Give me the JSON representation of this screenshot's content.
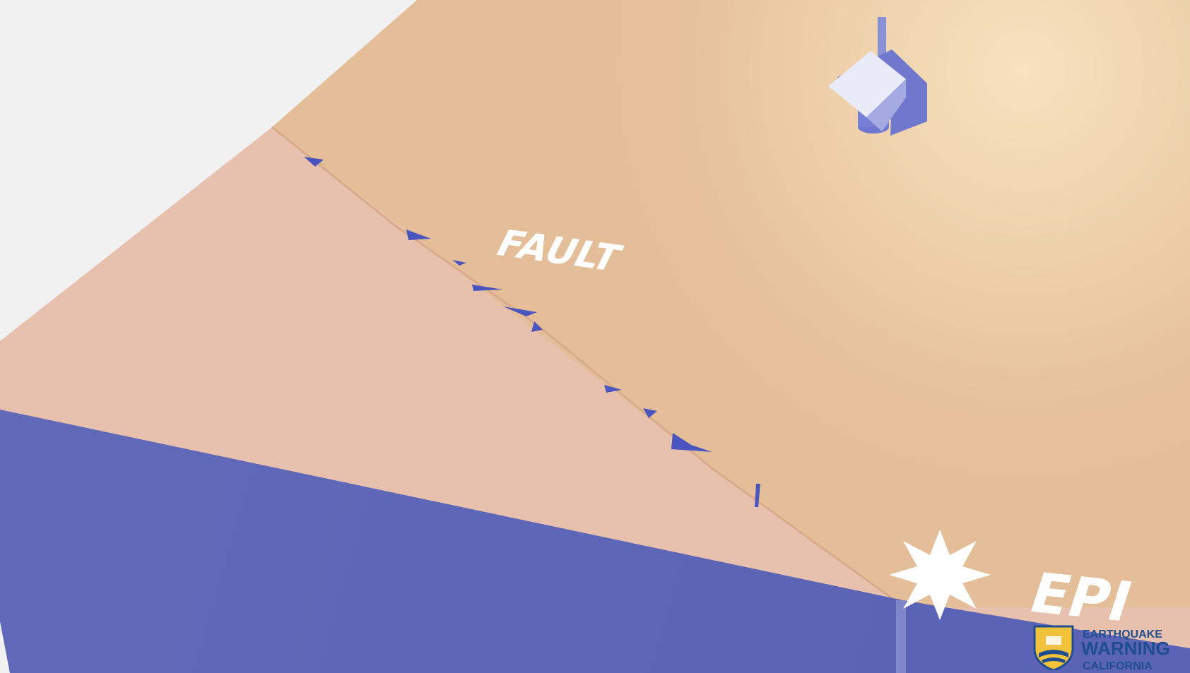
{
  "scene": {
    "fault_label": "FAULT",
    "epicenter_label": "EPI",
    "colors": {
      "background": "#f1f1f1",
      "ground_far": "#e6c29d",
      "ground_highlight": "#f3ddb8",
      "ground_near": "#e8c0ae",
      "block_side": "#5f66b8",
      "accent_blue": "#4a55c0",
      "label_white": "#ffffff"
    },
    "icons": [
      "seismic-station-icon",
      "epicenter-burst-icon"
    ]
  },
  "logo": {
    "line1": "EARTHQUAKE",
    "line2": "WARNING",
    "line3": "CALIFORNIA",
    "colors": {
      "text": "#1f4e8f",
      "accent": "#e07a2a",
      "shield": "#f3c23b"
    }
  }
}
